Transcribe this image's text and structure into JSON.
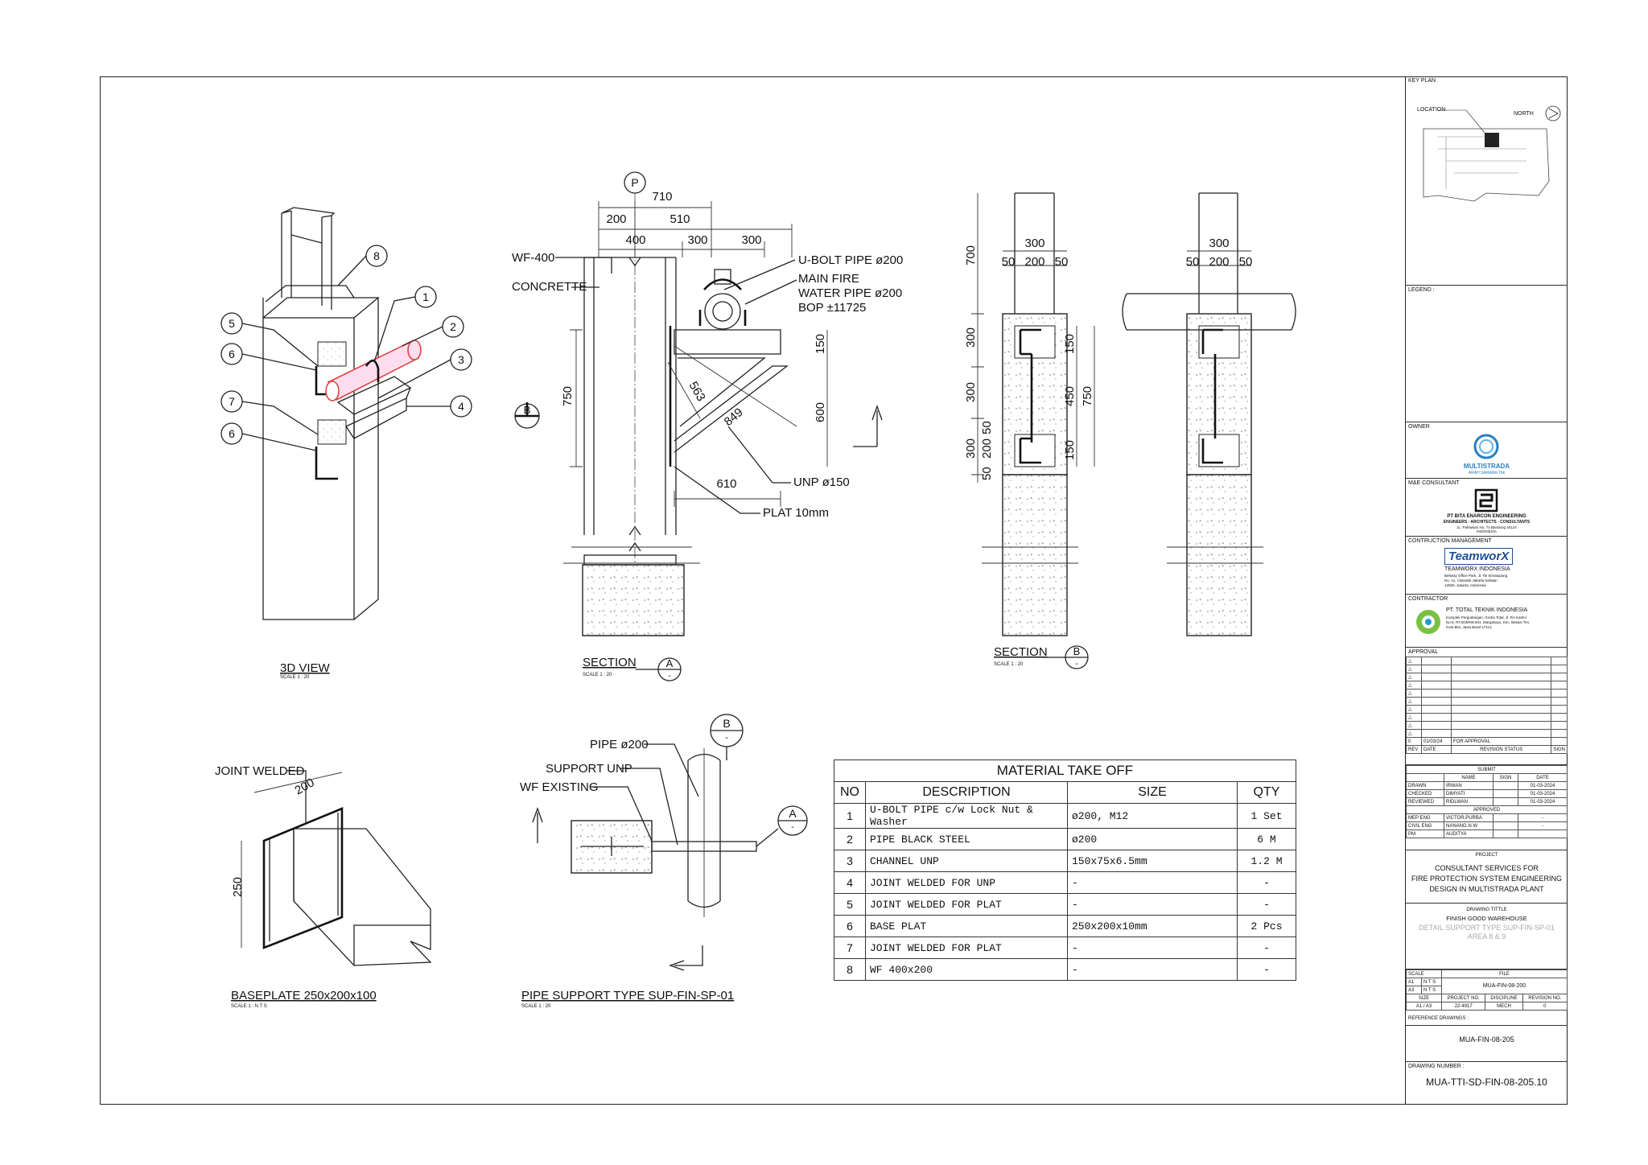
{
  "views": {
    "view_3d": {
      "title": "3D VIEW",
      "scale": "SCALE 1 : 20",
      "balloons": [
        "8",
        "1",
        "2",
        "5",
        "6",
        "3",
        "7",
        "4",
        "6"
      ]
    },
    "section_a": {
      "title": "SECTION",
      "scale": "SCALE 1 : 20",
      "marker": "A",
      "marker_sub": "-",
      "grid_mark": "P",
      "dims": {
        "top": "710",
        "a": "200",
        "b": "510",
        "c": "400",
        "d": "300",
        "e": "300",
        "h750": "750",
        "h150": "150",
        "h600": "600",
        "diag563": "563",
        "diag849": "849",
        "w610": "610"
      },
      "labels": {
        "wf": "WF-400",
        "concrete": "CONCRETTE",
        "ubolt": "U-BOLT PIPE ø200",
        "main1": "MAIN FIRE",
        "main2": "WATER PIPE ø200",
        "main3": "BOP ±11725",
        "unp": "UNP ø150",
        "plat": "PLAT 10mm"
      },
      "b_marker": "B"
    },
    "section_b": {
      "title": "SECTION",
      "scale": "SCALE 1 : 20",
      "marker": "B",
      "marker_sub": "-",
      "dims": {
        "d700": "700",
        "d300a": "300",
        "d300b": "300",
        "d300c": "300",
        "d200": "200",
        "d50a": "50",
        "d50b": "50",
        "w300": "300",
        "w50a": "50",
        "w200": "200",
        "w50b": "50",
        "v150a": "150",
        "v450": "450",
        "v750": "750",
        "v150b": "150",
        "w300b": "300",
        "w50c": "50",
        "w200b": "200",
        "w50d": "50"
      }
    },
    "baseplate": {
      "title": "BASEPLATE 250x200x100",
      "scale": "SCALE 1 : N T S",
      "joint": "JOINT WELDED",
      "d200": "200",
      "d250": "250"
    },
    "pipe_support": {
      "title": "PIPE SUPPORT TYPE SUP-FIN-SP-01",
      "scale": "SCALE 1 : 20",
      "pipe": "PIPE ø200",
      "unp": "SUPPORT UNP",
      "wf": "WF EXISTING",
      "mark_a": "A",
      "mark_b": "B",
      "sub": "-"
    }
  },
  "mto": {
    "title": "MATERIAL TAKE OFF",
    "headers": [
      "NO",
      "DESCRIPTION",
      "SIZE",
      "QTY"
    ],
    "rows": [
      {
        "no": "1",
        "desc": "U-BOLT PIPE c/w Lock Nut & Washer",
        "size": "ø200, M12",
        "qty": "1 Set"
      },
      {
        "no": "2",
        "desc": "PIPE BLACK STEEL",
        "size": "ø200",
        "qty": "6 M"
      },
      {
        "no": "3",
        "desc": "CHANNEL UNP",
        "size": "150x75x6.5mm",
        "qty": "1.2 M"
      },
      {
        "no": "4",
        "desc": "JOINT WELDED FOR UNP",
        "size": "-",
        "qty": "-"
      },
      {
        "no": "5",
        "desc": "JOINT WELDED FOR PLAT",
        "size": "-",
        "qty": "-"
      },
      {
        "no": "6",
        "desc": "BASE PLAT",
        "size": "250x200x10mm",
        "qty": "2 Pcs"
      },
      {
        "no": "7",
        "desc": "JOINT WELDED FOR PLAT",
        "size": "-",
        "qty": "-"
      },
      {
        "no": "8",
        "desc": "WF 400x200",
        "size": "-",
        "qty": "-"
      }
    ]
  },
  "title_block": {
    "key_plan": "KEY PLAN",
    "location": "LOCATION",
    "north": "NORTH",
    "legend": "LEGEND :",
    "owner": "OWNER",
    "owner_name": "MULTISTRADA",
    "owner_sub": "ARAH SARANA Tbk",
    "me_consultant": "M&E CONSULTANT",
    "me_name": "PT BITA ENARCON ENGINEERING",
    "me_sub": "ENGINEERS - ARCHITECTS - CONSULTANTS",
    "me_addr1": "JL. Pahlawan No. 74 Bandung 40124",
    "me_addr2": "INDONESIA",
    "cm": "CONTRUCTION MANAGEMENT",
    "cm_logo": "TeamworX",
    "cm_name": "TEAMWORX INDONESIA",
    "cm_addr1": "Beltway Office Park, Jl. TB Simatupang",
    "cm_addr2": "No. 41, Cilandak Jakarta Selatan",
    "cm_addr3": "12550, Jakarta, Indonesia",
    "contractor": "CONTRACTOR",
    "ct_name": "PT. TOTAL TEKNIK INDONESIA",
    "ct_addr1": "Komplek Pergudangan, Graha Total, Jl. RA Kartini",
    "ct_addr2": "No.8, RT.003/RW.004, Margahayu, Kec. Bekasi Tim.",
    "ct_addr3": "Kota Bks, Jawa Barat 17113",
    "approval": "APPROVAL",
    "rev_row": {
      "rev": "0",
      "date": "01/03/24",
      "desc": "FOR APPROVAL"
    },
    "rev_headers": [
      "REV",
      "DATE",
      "REVISION STATUS",
      "SIGN"
    ],
    "submit": "SUBMIT",
    "submit_headers": [
      "NAME",
      "SIGN",
      "DATE"
    ],
    "submit_rows": [
      {
        "role": "DRAWN",
        "name": "IRWAN",
        "date": "01-03-2024"
      },
      {
        "role": "CHECKED",
        "name": "DIMYATI",
        "date": "01-03-2024"
      },
      {
        "role": "REVIEWED",
        "name": "RIDLWAN",
        "date": "01-03-2024"
      }
    ],
    "approved": "APPROVED",
    "approved_rows": [
      {
        "role": "MEP ENG",
        "name": "VICTOR.PURBA",
        "date": "-"
      },
      {
        "role": "CIVIL ENG",
        "name": "NANANG.N.W",
        "date": "-"
      },
      {
        "role": "PM",
        "name": "AUDITYA",
        "date": ""
      }
    ],
    "project": "PROJECT",
    "project_l1": "CONSULTANT SERVICES FOR",
    "project_l2": "FIRE PROTECTION SYSTEM ENGINEERING",
    "project_l3": "DESIGN IN MULTISTRADA PLANT",
    "drawing_title": "DRAWING TITTLE",
    "dt_l1": "FINISH GOOD WAREHOUSE",
    "dt_l2": "DETAIL SUPPORT TYPE SUP-FIN-SP-01",
    "dt_l3": "AREA 8 & 9",
    "scale": "SCALE",
    "file": "FILE",
    "a1": "A1",
    "a3": "A3",
    "nts1": "N T S",
    "nts2": "N T S",
    "file_val": "MUA-FIN-08-200",
    "size": "SIZE",
    "project_no": "PROJECT NO.",
    "discipline": "DISCIPLINE",
    "revision_no": "REVISION NO.",
    "size_val": "A1 / A3",
    "project_no_val": "22-4917",
    "discipline_val": "MECH",
    "revision_val": "0",
    "ref": "REFERENCE DRAWINGS :",
    "ref_val": "MUA-FIN-08-205",
    "dwg_no": "DRAWING NUMBER :",
    "dwg_no_val": "MUA-TTI-SD-FIN-08-205.10"
  }
}
